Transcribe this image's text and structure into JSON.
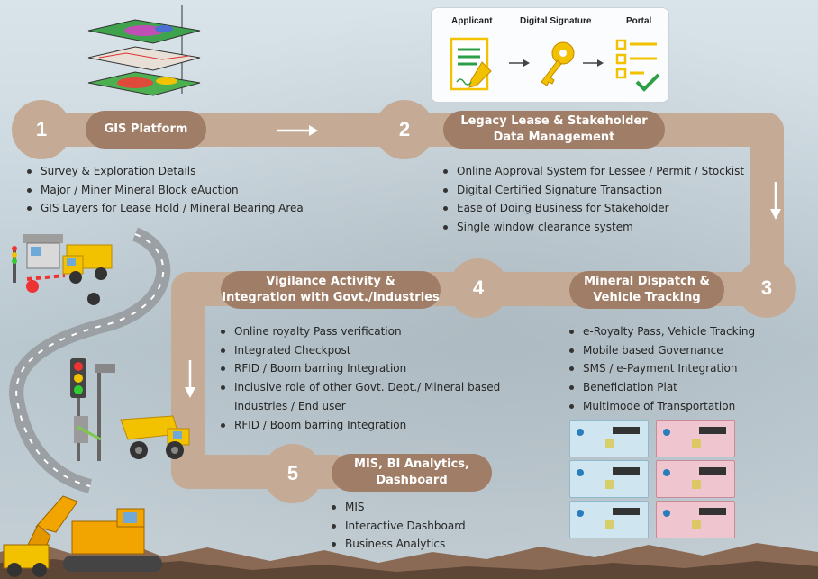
{
  "flow": {
    "colors": {
      "band": "#c5ab95",
      "pill": "#a07d66",
      "signature_accent": "#f2c200"
    },
    "steps": [
      {
        "number": "1",
        "title": "GIS Platform",
        "items": [
          "Survey & Exploration Details",
          "Major / Miner Mineral Block eAuction",
          "GIS Layers for Lease Hold / Mineral Bearing Area"
        ]
      },
      {
        "number": "2",
        "title_line1": "Legacy Lease & Stakeholder",
        "title_line2": "Data Management",
        "items": [
          "Online Approval System for Lessee / Permit / Stockist",
          "Digital Certified Signature Transaction",
          "Ease of Doing Business for Stakeholder",
          "Single window clearance system"
        ]
      },
      {
        "number": "3",
        "title_line1": "Mineral Dispatch &",
        "title_line2": "Vehicle Tracking",
        "items": [
          "e-Royalty Pass, Vehicle Tracking",
          "Mobile based Governance",
          "SMS / e-Payment Integration",
          "Beneficiation Plat",
          "Multimode of Transportation"
        ]
      },
      {
        "number": "4",
        "title_line1": "Vigilance Activity &",
        "title_line2": "Integration with Govt./Industries",
        "items": [
          "Online royalty Pass verification",
          "Integrated Checkpost",
          "RFID / Boom barring Integration",
          "Inclusive role of other Govt. Dept./ Mineral based",
          "Industries / End user",
          "RFID / Boom barring Integration"
        ]
      },
      {
        "number": "5",
        "title_line1": "MIS, BI Analytics,",
        "title_line2": "Dashboard",
        "items": [
          "MIS",
          "Interactive Dashboard",
          "Business Analytics"
        ]
      }
    ]
  },
  "signature_panel": {
    "labels": [
      "Applicant",
      "Digital Signature",
      "Portal"
    ],
    "icons": [
      "document-pen-icon",
      "key-icon",
      "checklist-icon"
    ]
  },
  "illustrations": [
    "gis-layers-icon",
    "checkpost-truck-icon",
    "traffic-signal-icon",
    "mining-truck-icon",
    "excavator-icon",
    "royalty-pass-tickets"
  ]
}
